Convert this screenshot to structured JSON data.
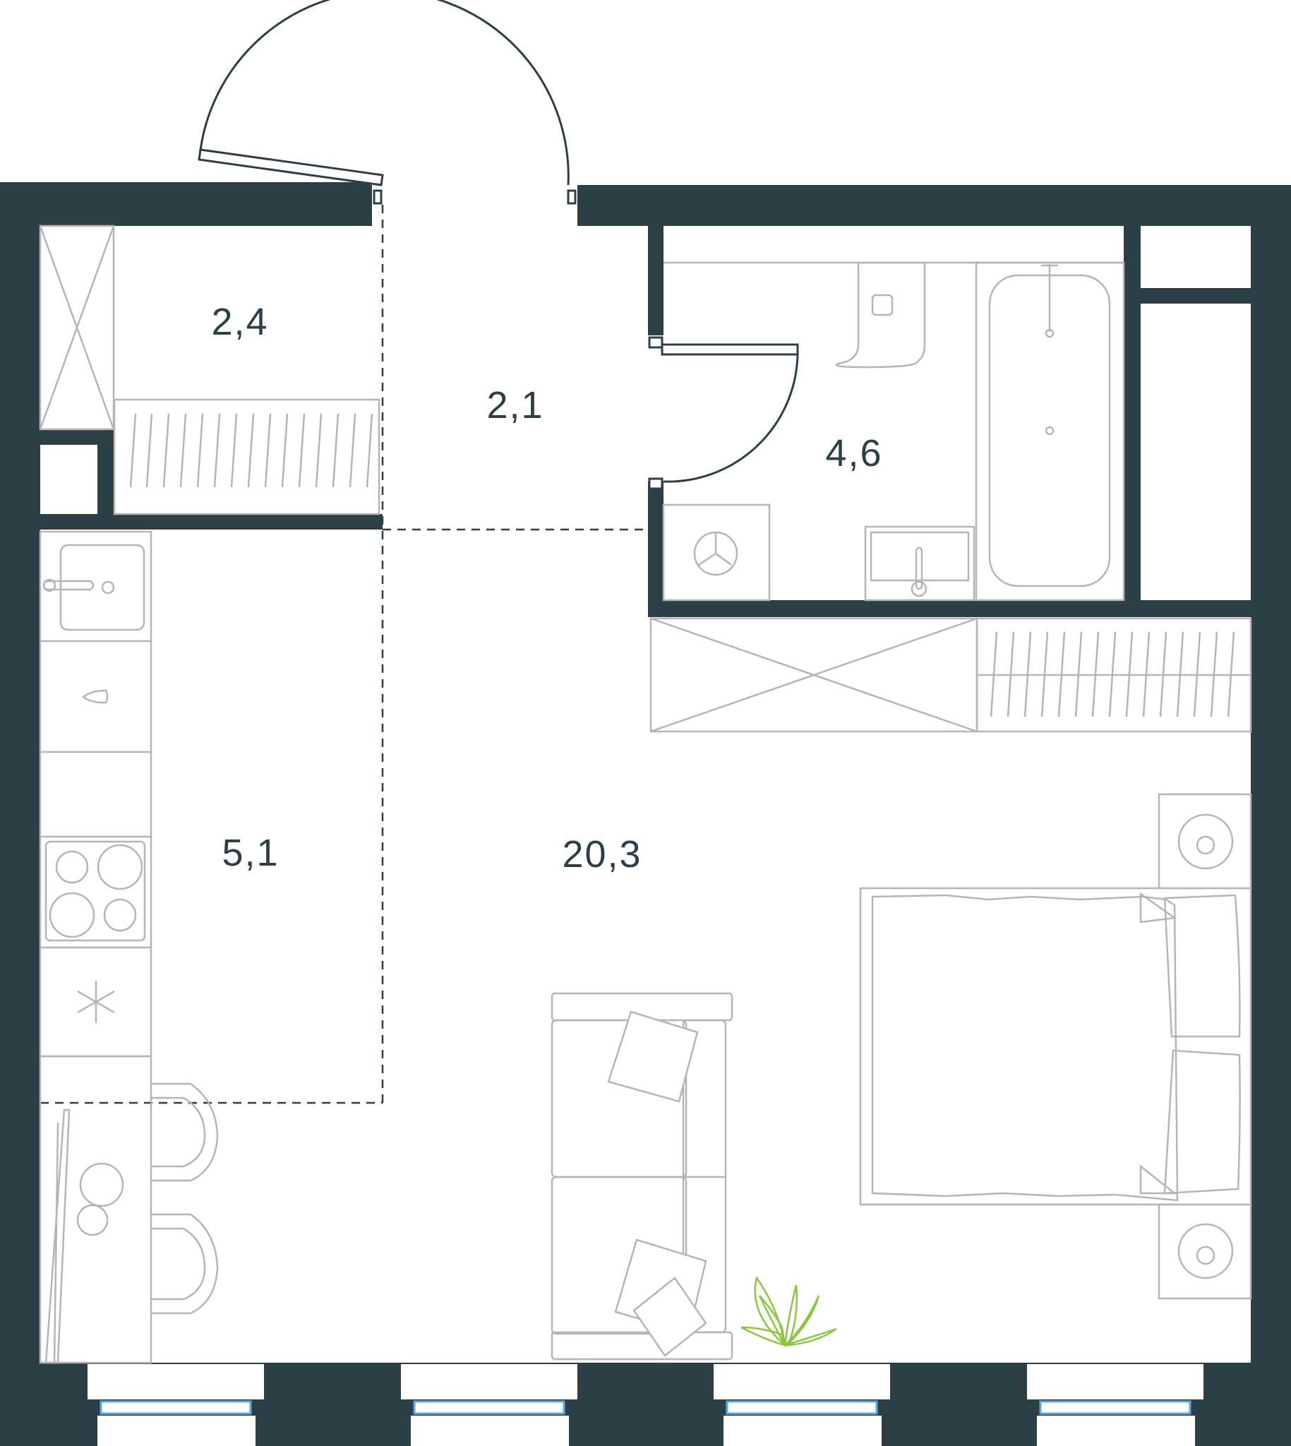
{
  "plan": {
    "colors": {
      "wall": "#2d3f46",
      "furniture": "#b5b5b5",
      "window_glass": "#5aa8dc",
      "plant": "#8cc540"
    },
    "rooms": [
      {
        "id": "storage",
        "area": "2,4"
      },
      {
        "id": "hall",
        "area": "2,1"
      },
      {
        "id": "bathroom",
        "area": "4,6"
      },
      {
        "id": "kitchen",
        "area": "5,1"
      },
      {
        "id": "living",
        "area": "20,3"
      }
    ]
  }
}
